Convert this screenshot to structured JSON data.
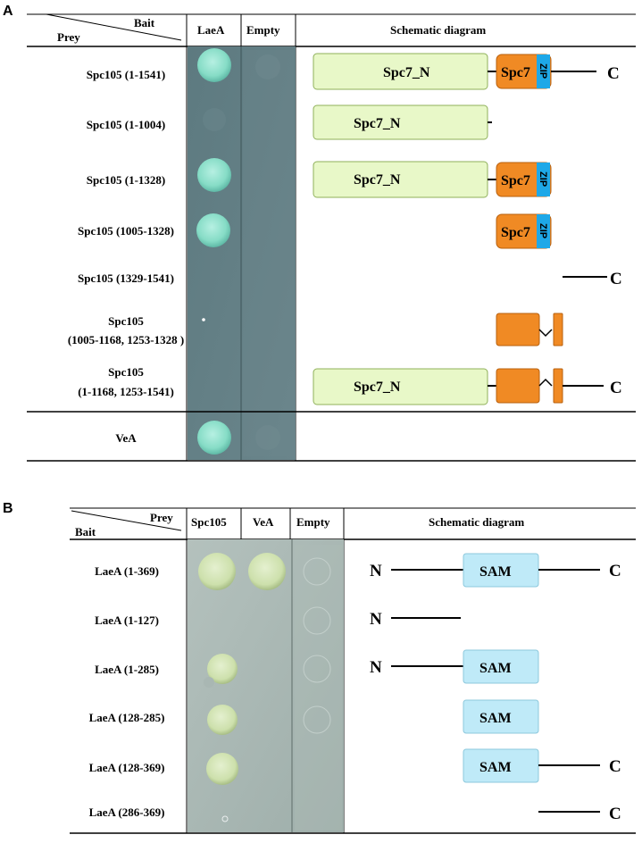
{
  "panelA": {
    "panel_label": "A",
    "header": {
      "bait": "Bait",
      "prey": "Prey",
      "col1": "LaeA",
      "col2": "Empty",
      "schematic": "Schematic diagram"
    },
    "rows": [
      {
        "label": "Spc105 (1-1541)"
      },
      {
        "label": "Spc105 (1-1004)"
      },
      {
        "label": "Spc105 (1-1328)"
      },
      {
        "label": "Spc105 (1005-1328)"
      },
      {
        "label": "Spc105 (1329-1541)"
      },
      {
        "label_line1": "Spc105",
        "label_line2": "(1005-1168,  1253-1328 )"
      },
      {
        "label_line1": "Spc105",
        "label_line2": "(1-1168,  1253-1541)"
      },
      {
        "label": "VeA"
      }
    ],
    "domains": {
      "spc7n": "Spc7_N",
      "spc7": "Spc7",
      "zip": "ZIP",
      "c_term": "C"
    }
  },
  "panelB": {
    "panel_label": "B",
    "header": {
      "prey": "Prey",
      "bait": "Bait",
      "col1": "Spc105",
      "col2": "VeA",
      "col3": "Empty",
      "schematic": "Schematic diagram"
    },
    "rows": [
      {
        "label": "LaeA (1-369)"
      },
      {
        "label": "LaeA (1-127)"
      },
      {
        "label": "LaeA (1-285)"
      },
      {
        "label": "LaeA (128-285)"
      },
      {
        "label": "LaeA (128-369)"
      },
      {
        "label": "LaeA (286-369)"
      }
    ],
    "domains": {
      "sam": "SAM",
      "n_term": "N",
      "c_term": "C"
    }
  },
  "colors": {
    "plateA": "#5f7e85",
    "plateB": "#a9b7b3",
    "colonyA": "#8fe0cc",
    "colonyB": "#cfe3b2",
    "spc7n": "#e8f8c8",
    "spc7": "#f08a24",
    "zip": "#1ea8e8",
    "sam": "#bfeaf8"
  }
}
